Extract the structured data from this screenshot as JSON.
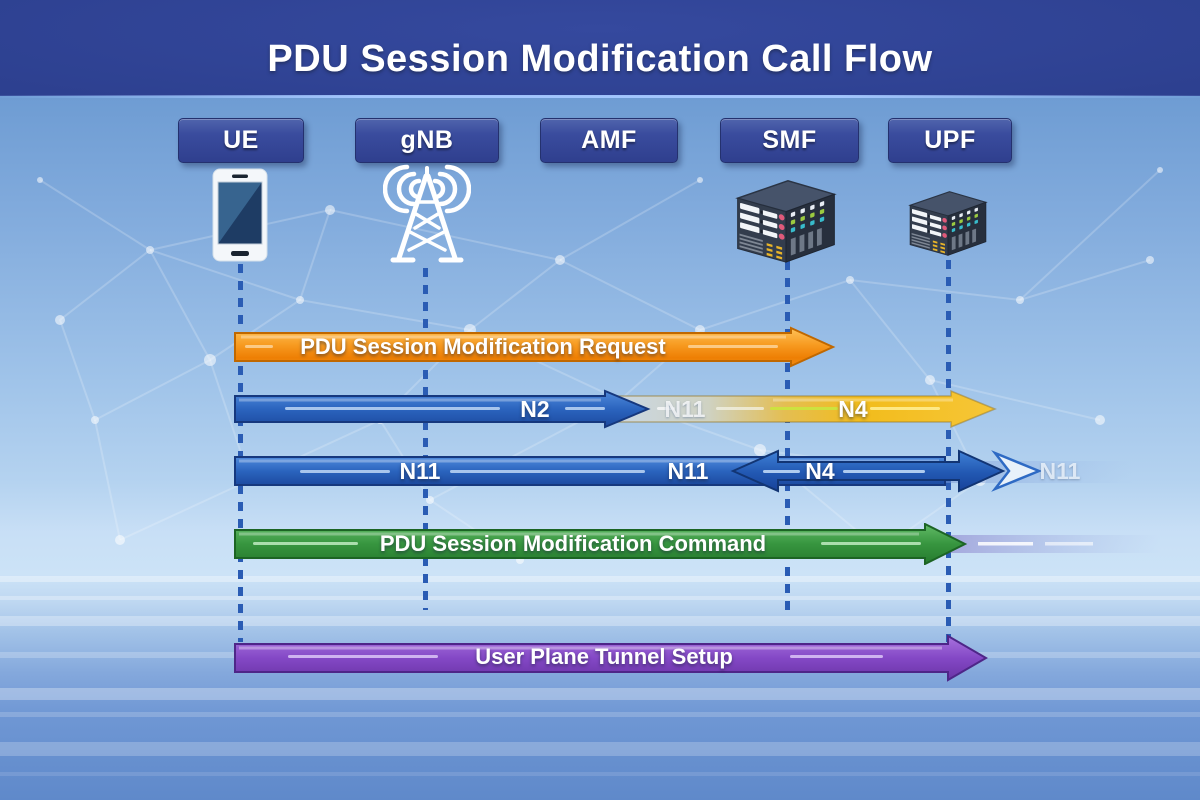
{
  "title": "PDU Session Modification Call Flow",
  "entities": [
    {
      "id": "ue",
      "label": "UE",
      "icon": "smartphone-icon"
    },
    {
      "id": "gnb",
      "label": "gNB",
      "icon": "radio-tower-icon"
    },
    {
      "id": "amf",
      "label": "AMF",
      "icon": null
    },
    {
      "id": "smf",
      "label": "SMF",
      "icon": "server-icon"
    },
    {
      "id": "upf",
      "label": "UPF",
      "icon": "server-icon"
    }
  ],
  "messages": {
    "row1": {
      "label": "PDU Session Modification Request",
      "color": "#F68B1F"
    },
    "row2": {
      "n2": "N2",
      "n11": "N11",
      "n4": "N4",
      "colors": {
        "n2": "#2E68C0",
        "n11": "#C9D7E5",
        "n4": "#F0B814"
      }
    },
    "row3": {
      "n11_left": "N11",
      "n11_mid": "N11",
      "n4": "N4",
      "n11_ghost": "N11",
      "color": "#2E68C0"
    },
    "row4": {
      "label": "PDU Session Modification Command",
      "color": "#3A9542"
    },
    "row5": {
      "label": "User Plane Tunnel Setup",
      "color": "#8448C6"
    }
  },
  "colors": {
    "header_navy": "#2B3F8E",
    "entity_box": "#36479A",
    "lifeline": "#2A5CB4",
    "background_light": "#A9CBEC"
  }
}
